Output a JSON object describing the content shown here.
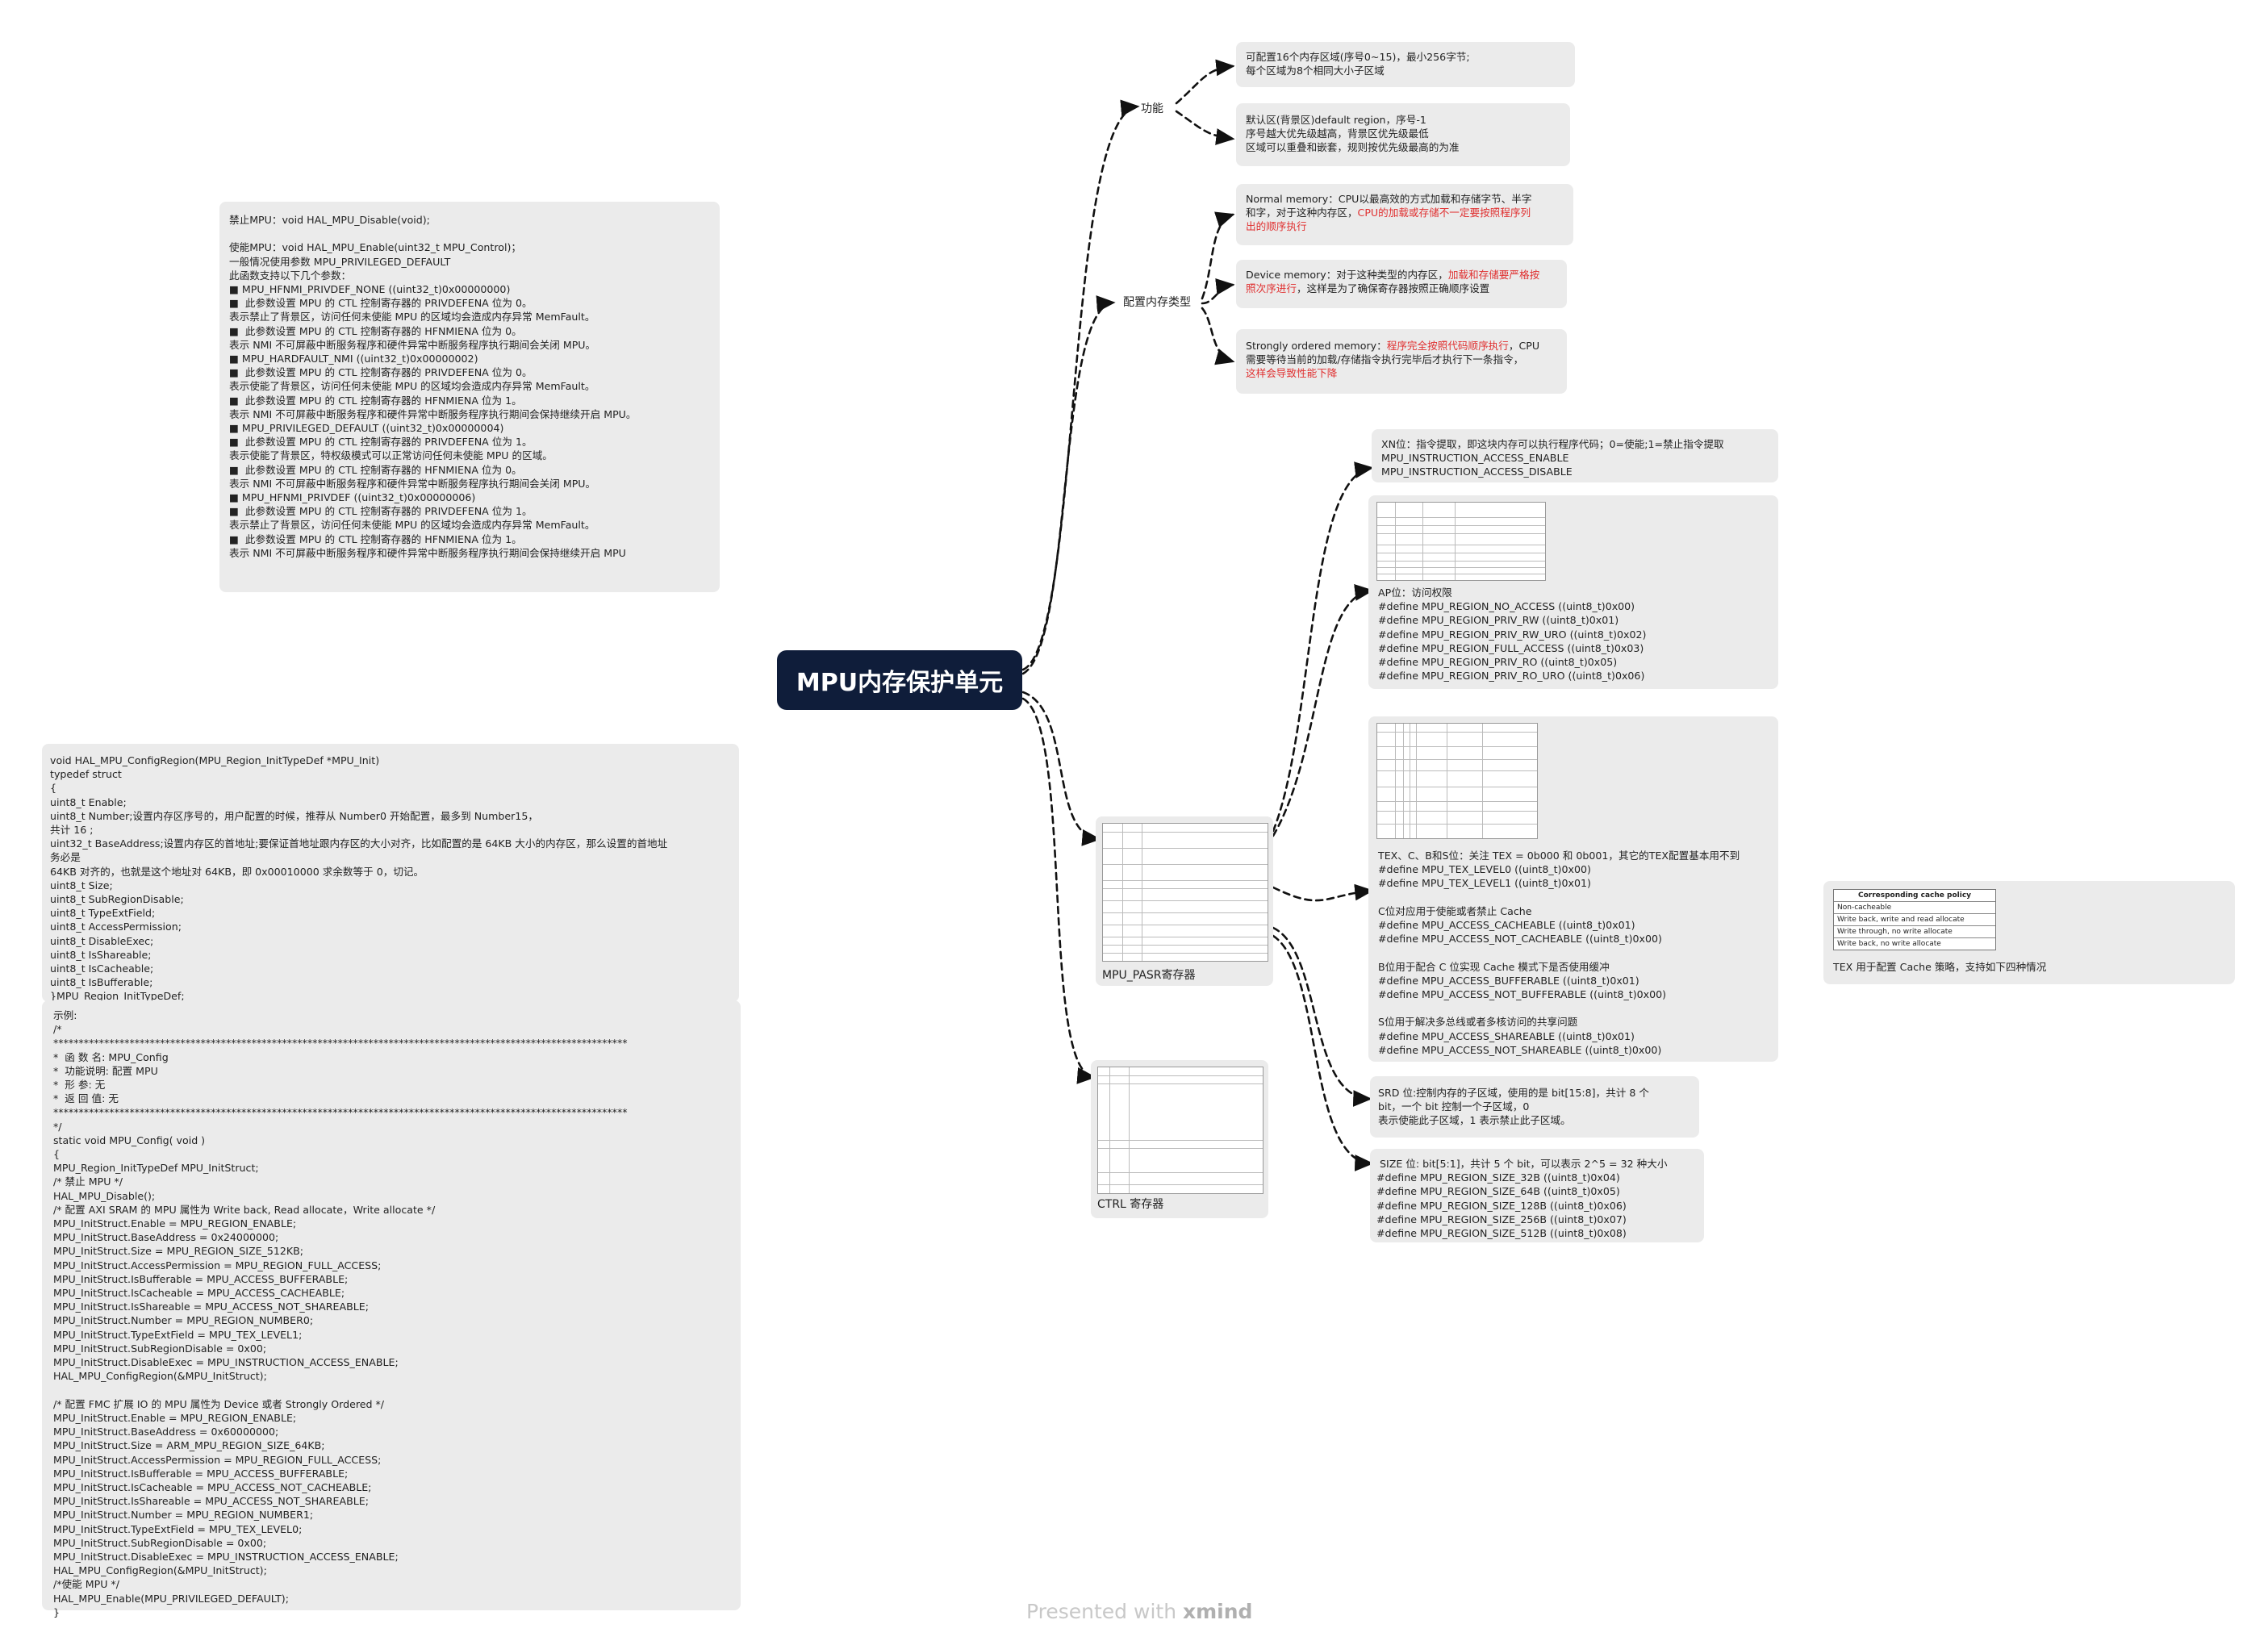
{
  "central": "MPU内存保护单元",
  "branches": {
    "func": "功能",
    "memtype": "配置内存类型",
    "pasr": "MPU_PASR寄存器",
    "ctrl": "CTRL 寄存器"
  },
  "func": {
    "r1": "可配置16个内存区域(序号0~15)，最小256字节;\n每个区域为8个相同大小子区域",
    "r2": "默认区(背景区)default region，序号-1\n序号越大优先级越高，背景区优先级最低\n区域可以重叠和嵌套，规则按优先级最高的为准"
  },
  "memtype": {
    "normal_a": "Normal memory：CPU以最高效的方式加载和存储字节、半字\n和字，对于这种内存区，",
    "normal_red": "CPU的加载或存储不一定要按照程序列\n出的顺序执行",
    "device_a": "Device memory：对于这种类型的内存区，",
    "device_red": "加载和存储要严格按\n照次序进行",
    "device_b": "，这样是为了确保寄存器按照正确顺序设置",
    "strong_a": "Strongly ordered memory：",
    "strong_red1": "程序完全按照代码顺序执行",
    "strong_b": "，CPU\n需要等待当前的加载/存储指令执行完毕后才执行下一条指令，\n",
    "strong_red2": "这样会导致性能下降"
  },
  "xn": "XN位：指令提取，即这块内存可以执行程序代码；0=使能;1=禁止指令提取\nMPU_INSTRUCTION_ACCESS_ENABLE\nMPU_INSTRUCTION_ACCESS_DISABLE",
  "ap": "AP位：访问权限\n#define MPU_REGION_NO_ACCESS ((uint8_t)0x00)\n#define MPU_REGION_PRIV_RW ((uint8_t)0x01)\n#define MPU_REGION_PRIV_RW_URO ((uint8_t)0x02)\n#define MPU_REGION_FULL_ACCESS ((uint8_t)0x03)\n#define MPU_REGION_PRIV_RO ((uint8_t)0x05)\n#define MPU_REGION_PRIV_RO_URO ((uint8_t)0x06)",
  "tex": "TEX、C、B和S位：关注 TEX = 0b000 和 0b001，其它的TEX配置基本用不到\n#define MPU_TEX_LEVEL0 ((uint8_t)0x00)\n#define MPU_TEX_LEVEL1 ((uint8_t)0x01)\n\nC位对应用于使能或者禁止 Cache\n#define MPU_ACCESS_CACHEABLE ((uint8_t)0x01)\n#define MPU_ACCESS_NOT_CACHEABLE ((uint8_t)0x00)\n\nB位用于配合 C 位实现 Cache 模式下是否使用缓冲\n#define MPU_ACCESS_BUFFERABLE ((uint8_t)0x01)\n#define MPU_ACCESS_NOT_BUFFERABLE ((uint8_t)0x00)\n\nS位用于解决多总线或者多核访问的共享问题\n#define MPU_ACCESS_SHAREABLE ((uint8_t)0x01)\n#define MPU_ACCESS_NOT_SHAREABLE ((uint8_t)0x00)",
  "srd": "SRD 位:控制内存的子区域，使用的是 bit[15:8]，共计 8 个\nbit，一个 bit 控制一个子区域，0\n表示使能此子区域，1 表示禁止此子区域。",
  "size": " SIZE 位: bit[5:1]，共计 5 个 bit，可以表示 2^5 = 32 种大小\n#define MPU_REGION_SIZE_32B ((uint8_t)0x04)\n#define MPU_REGION_SIZE_64B ((uint8_t)0x05)\n#define MPU_REGION_SIZE_128B ((uint8_t)0x06)\n#define MPU_REGION_SIZE_256B ((uint8_t)0x07)\n#define MPU_REGION_SIZE_512B ((uint8_t)0x08)",
  "cache": {
    "header": "Corresponding cache policy",
    "rows": [
      "Non-cacheable",
      "Write back, write and read allocate",
      "Write through, no write allocate",
      "Write back, no write allocate"
    ],
    "caption": "TEX 用于配置 Cache 策略，支持如下四种情况"
  },
  "notes": {
    "enable": "禁止MPU：void HAL_MPU_Disable(void);\n\n使能MPU：void HAL_MPU_Enable(uint32_t MPU_Control)；\n一般情况使用参数 MPU_PRIVILEGED_DEFAULT\n此函数支持以下几个参数：\n■ MPU_HFNMI_PRIVDEF_NONE ((uint32_t)0x00000000)\n■  此参数设置 MPU 的 CTL 控制寄存器的 PRIVDEFENA 位为 0。\n表示禁止了背景区，访问任何未使能 MPU 的区域均会造成内存异常 MemFault。\n■  此参数设置 MPU 的 CTL 控制寄存器的 HFNMIENA 位为 0。\n表示 NMI 不可屏蔽中断服务程序和硬件异常中断服务程序执行期间会关闭 MPU。\n■ MPU_HARDFAULT_NMI ((uint32_t)0x00000002)\n■  此参数设置 MPU 的 CTL 控制寄存器的 PRIVDEFENA 位为 0。\n表示使能了背景区，访问任何未使能 MPU 的区域均会造成内存异常 MemFault。\n■  此参数设置 MPU 的 CTL 控制寄存器的 HFNMIENA 位为 1。\n表示 NMI 不可屏蔽中断服务程序和硬件异常中断服务程序执行期间会保持继续开启 MPU。\n■ MPU_PRIVILEGED_DEFAULT ((uint32_t)0x00000004)\n■  此参数设置 MPU 的 CTL 控制寄存器的 PRIVDEFENA 位为 1。\n表示使能了背景区，特权级模式可以正常访问任何未使能 MPU 的区域。\n■  此参数设置 MPU 的 CTL 控制寄存器的 HFNMIENA 位为 0。\n表示 NMI 不可屏蔽中断服务程序和硬件异常中断服务程序执行期间会关闭 MPU。\n■ MPU_HFNMI_PRIVDEF ((uint32_t)0x00000006)\n■  此参数设置 MPU 的 CTL 控制寄存器的 PRIVDEFENA 位为 1。\n表示禁止了背景区，访问任何未使能 MPU 的区域均会造成内存异常 MemFault。\n■  此参数设置 MPU 的 CTL 控制寄存器的 HFNMIENA 位为 1。\n表示 NMI 不可屏蔽中断服务程序和硬件异常中断服务程序执行期间会保持继续开启 MPU",
    "struct": "void HAL_MPU_ConfigRegion(MPU_Region_InitTypeDef *MPU_Init)\ntypedef struct\n{\nuint8_t Enable;\nuint8_t Number;设置内存区序号的，用户配置的时候，推荐从 Number0 开始配置，最多到 Number15，\n共计 16 ;\nuint32_t BaseAddress;设置内存区的首地址;要保证首地址跟内存区的大小对齐，比如配置的是 64KB 大小的内存区，那么设置的首地址\n务必是\n64KB 对齐的，也就是这个地址对 64KB，即 0x00010000 求余数等于 0，切记。\nuint8_t Size;\nuint8_t SubRegionDisable;\nuint8_t TypeExtField;\nuint8_t AccessPermission;\nuint8_t DisableExec;\nuint8_t IsShareable;\nuint8_t IsCacheable;\nuint8_t IsBufferable;\n}MPU_Region_InitTypeDef;",
    "example": "示例:\n/*\n*****************************************************************************************************************\n*  函 数 名: MPU_Config\n*  功能说明: 配置 MPU\n*  形 参: 无\n*  返 回 值: 无\n*****************************************************************************************************************\n*/\nstatic void MPU_Config( void )\n{\nMPU_Region_InitTypeDef MPU_InitStruct;\n/* 禁止 MPU */\nHAL_MPU_Disable();\n/* 配置 AXI SRAM 的 MPU 属性为 Write back, Read allocate，Write allocate */\nMPU_InitStruct.Enable = MPU_REGION_ENABLE;\nMPU_InitStruct.BaseAddress = 0x24000000;\nMPU_InitStruct.Size = MPU_REGION_SIZE_512KB;\nMPU_InitStruct.AccessPermission = MPU_REGION_FULL_ACCESS;\nMPU_InitStruct.IsBufferable = MPU_ACCESS_BUFFERABLE;\nMPU_InitStruct.IsCacheable = MPU_ACCESS_CACHEABLE;\nMPU_InitStruct.IsShareable = MPU_ACCESS_NOT_SHAREABLE;\nMPU_InitStruct.Number = MPU_REGION_NUMBER0;\nMPU_InitStruct.TypeExtField = MPU_TEX_LEVEL1;\nMPU_InitStruct.SubRegionDisable = 0x00;\nMPU_InitStruct.DisableExec = MPU_INSTRUCTION_ACCESS_ENABLE;\nHAL_MPU_ConfigRegion(&MPU_InitStruct);\n\n/* 配置 FMC 扩展 IO 的 MPU 属性为 Device 或者 Strongly Ordered */\nMPU_InitStruct.Enable = MPU_REGION_ENABLE;\nMPU_InitStruct.BaseAddress = 0x60000000;\nMPU_InitStruct.Size = ARM_MPU_REGION_SIZE_64KB;\nMPU_InitStruct.AccessPermission = MPU_REGION_FULL_ACCESS;\nMPU_InitStruct.IsBufferable = MPU_ACCESS_BUFFERABLE;\nMPU_InitStruct.IsCacheable = MPU_ACCESS_NOT_CACHEABLE;\nMPU_InitStruct.IsShareable = MPU_ACCESS_NOT_SHAREABLE;\nMPU_InitStruct.Number = MPU_REGION_NUMBER1;\nMPU_InitStruct.TypeExtField = MPU_TEX_LEVEL0;\nMPU_InitStruct.SubRegionDisable = 0x00;\nMPU_InitStruct.DisableExec = MPU_INSTRUCTION_ACCESS_ENABLE;\nHAL_MPU_ConfigRegion(&MPU_InitStruct);\n/*使能 MPU */\nHAL_MPU_Enable(MPU_PRIVILEGED_DEFAULT);\n}"
  },
  "footer": {
    "prefix": "Presented with ",
    "brand": "xmind"
  }
}
